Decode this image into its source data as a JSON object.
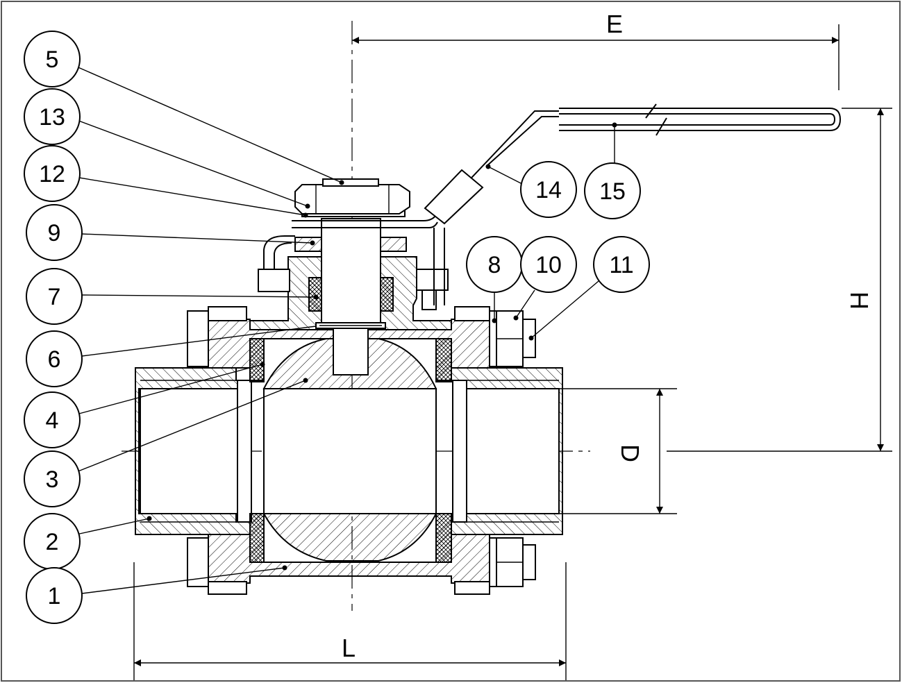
{
  "callouts": [
    {
      "id": "5",
      "label": "5"
    },
    {
      "id": "13",
      "label": "13"
    },
    {
      "id": "12",
      "label": "12"
    },
    {
      "id": "9",
      "label": "9"
    },
    {
      "id": "7",
      "label": "7"
    },
    {
      "id": "6",
      "label": "6"
    },
    {
      "id": "4",
      "label": "4"
    },
    {
      "id": "3",
      "label": "3"
    },
    {
      "id": "2",
      "label": "2"
    },
    {
      "id": "1",
      "label": "1"
    },
    {
      "id": "14",
      "label": "14"
    },
    {
      "id": "15",
      "label": "15"
    },
    {
      "id": "8",
      "label": "8"
    },
    {
      "id": "10",
      "label": "10"
    },
    {
      "id": "11",
      "label": "11"
    }
  ],
  "dimensions": {
    "E": "E",
    "H": "H",
    "D": "D",
    "L": "L"
  }
}
